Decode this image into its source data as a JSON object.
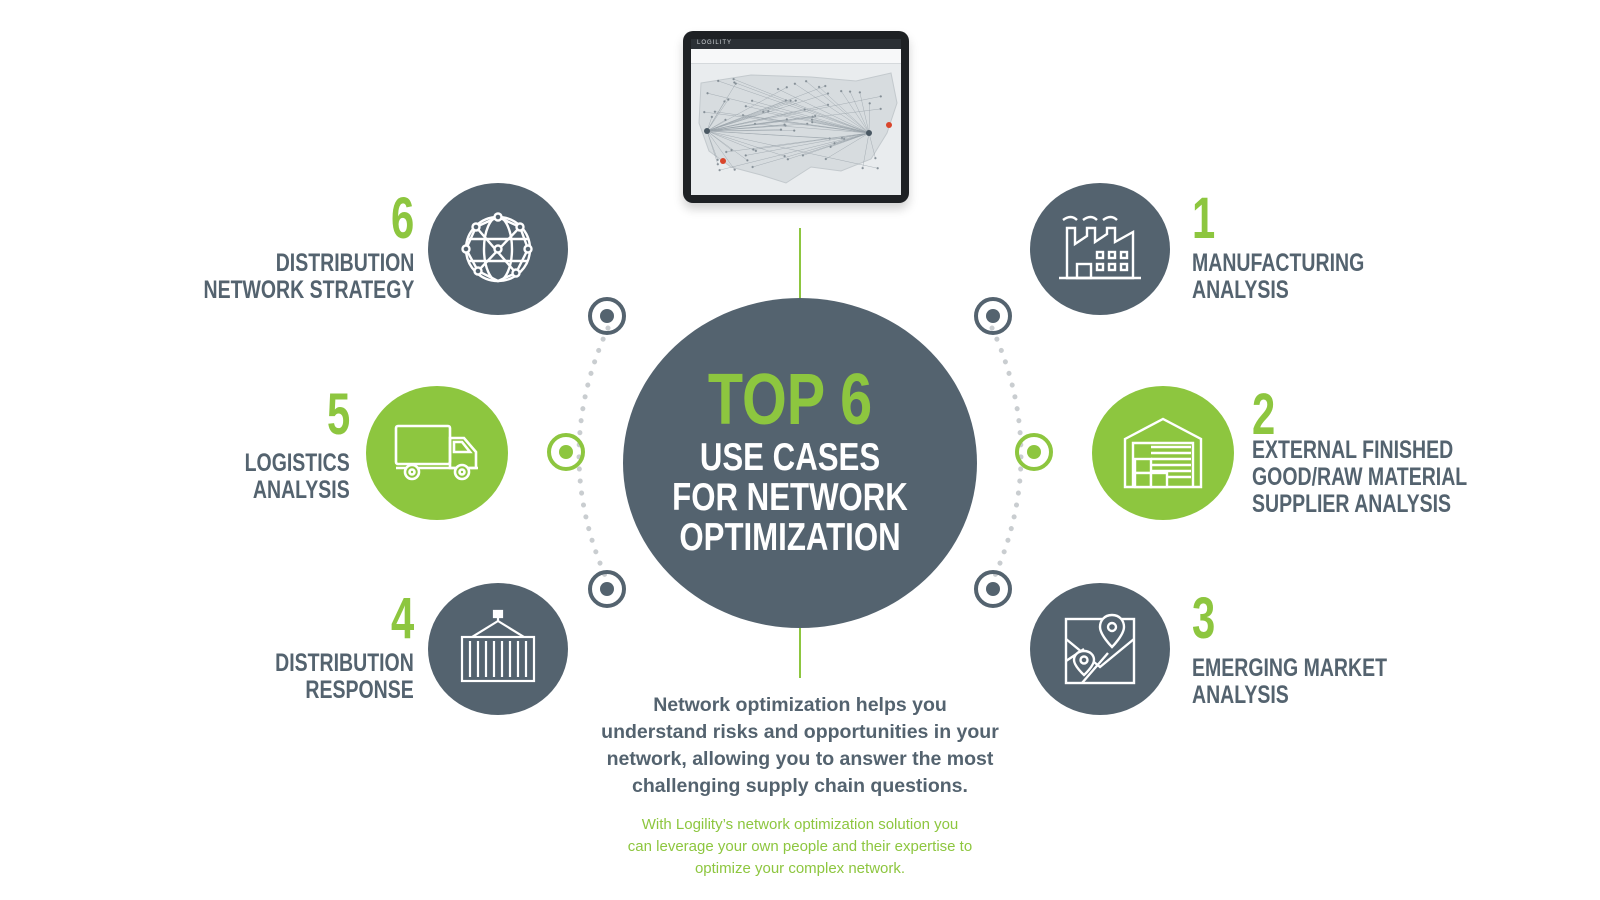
{
  "hub": {
    "title": "TOP 6",
    "subtitle_lines": [
      "USE CASES",
      "FOR NETWORK",
      "OPTIMIZATION"
    ]
  },
  "use_cases": [
    {
      "number": "1",
      "lines": [
        "MANUFACTURING",
        "ANALYSIS"
      ],
      "icon": "factory-icon",
      "color": "slate"
    },
    {
      "number": "2",
      "lines": [
        "EXTERNAL FINISHED",
        "GOOD/RAW MATERIAL",
        "SUPPLIER ANALYSIS"
      ],
      "icon": "warehouse-icon",
      "color": "green"
    },
    {
      "number": "3",
      "lines": [
        "EMERGING MARKET",
        "ANALYSIS"
      ],
      "icon": "map-pin-icon",
      "color": "slate"
    },
    {
      "number": "4",
      "lines": [
        "DISTRIBUTION",
        "RESPONSE"
      ],
      "icon": "shipping-container-icon",
      "color": "slate"
    },
    {
      "number": "5",
      "lines": [
        "LOGISTICS",
        "ANALYSIS"
      ],
      "icon": "truck-icon",
      "color": "green"
    },
    {
      "number": "6",
      "lines": [
        "DISTRIBUTION",
        "NETWORK STRATEGY"
      ],
      "icon": "globe-network-icon",
      "color": "slate"
    }
  ],
  "description": {
    "main_lines": [
      "Network optimization helps you",
      "understand risks and opportunities in your",
      "network, allowing you to answer the most",
      "challenging supply chain questions."
    ],
    "sub_lines": [
      "With Logility’s network optimization solution you",
      "can leverage your own people and their expertise to",
      "optimize your complex network."
    ]
  },
  "tablet": {
    "logo": "LOGILITY"
  },
  "colors": {
    "slate": "#54636f",
    "green": "#8dc63f",
    "dot": "#c9cdd0"
  }
}
